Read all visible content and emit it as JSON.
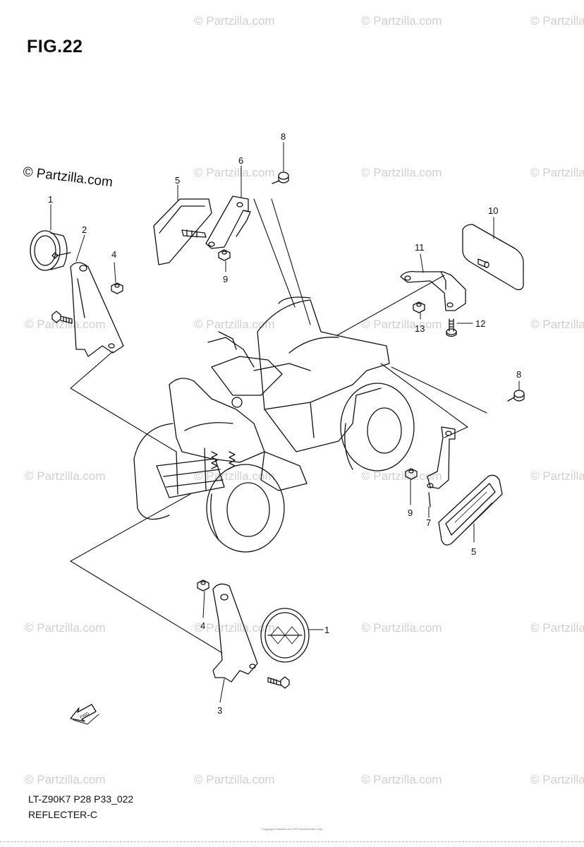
{
  "figure": {
    "title": "FIG.22",
    "model_code": "LT-Z90K7 P28 P33_022",
    "section_name": "REFLECTER-C",
    "copyright_small": "Copyright\nPartzilla.com 2013 Suzuki Motor Corp."
  },
  "watermark": {
    "main_text": "© Partzilla.com",
    "repeated_text": "© Partzilla.com"
  },
  "callouts": {
    "c1a": "1",
    "c2": "2",
    "c4a": "4",
    "c5a": "5",
    "c6": "6",
    "c8a": "8",
    "c9a": "9",
    "c10": "10",
    "c11": "11",
    "c12": "12",
    "c13": "13",
    "c8b": "8",
    "c9b": "9",
    "c7": "7",
    "c5b": "5",
    "c4b": "4",
    "c1b": "1",
    "c3": "3"
  },
  "fwd_label": "FWD",
  "colors": {
    "line": "#111111",
    "watermark": "#d0d0d0",
    "background": "#ffffff"
  }
}
